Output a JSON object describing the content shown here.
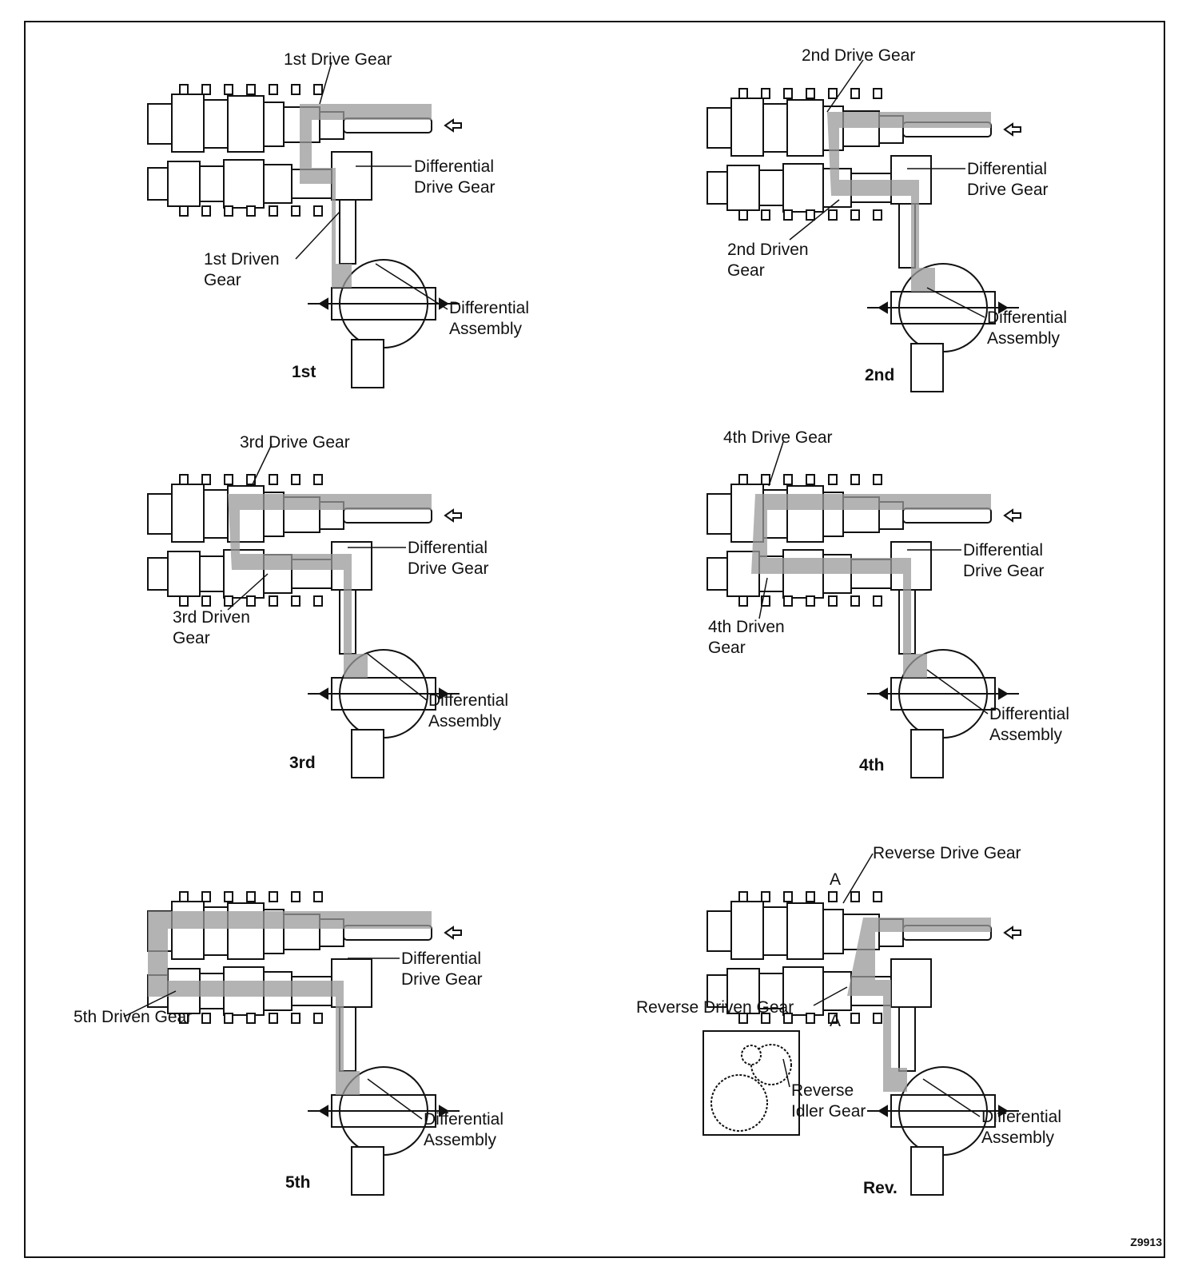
{
  "panels": [
    {
      "caption": "1st",
      "labels": {
        "drive": "1st Drive Gear",
        "diff_drive_1": "Differential",
        "diff_drive_2": "Drive Gear",
        "driven_1": "1st Driven",
        "driven_2": "Gear",
        "diff_asm_1": "Differential",
        "diff_asm_2": "Assembly"
      }
    },
    {
      "caption": "2nd",
      "labels": {
        "drive": "2nd Drive Gear",
        "diff_drive_1": "Differential",
        "diff_drive_2": "Drive Gear",
        "driven_1": "2nd Driven",
        "driven_2": "Gear",
        "diff_asm_1": "Differential",
        "diff_asm_2": "Assembly"
      }
    },
    {
      "caption": "3rd",
      "labels": {
        "drive": "3rd Drive Gear",
        "diff_drive_1": "Differential",
        "diff_drive_2": "Drive Gear",
        "driven_1": "3rd Driven",
        "driven_2": "Gear",
        "diff_asm_1": "Differential",
        "diff_asm_2": "Assembly"
      }
    },
    {
      "caption": "4th",
      "labels": {
        "drive": "4th Drive Gear",
        "diff_drive_1": "Differential",
        "diff_drive_2": "Drive Gear",
        "driven_1": "4th Driven",
        "driven_2": "Gear",
        "diff_asm_1": "Differential",
        "diff_asm_2": "Assembly"
      }
    },
    {
      "caption": "5th",
      "labels": {
        "diff_drive_1": "Differential",
        "diff_drive_2": "Drive Gear",
        "driven_1": "5th Driven Gear",
        "diff_asm_1": "Differential",
        "diff_asm_2": "Assembly"
      }
    },
    {
      "caption": "Rev.",
      "labels": {
        "drive": "Reverse Drive Gear",
        "driven_1": "Reverse Driven Gear",
        "idler_1": "Reverse",
        "idler_2": "Idler Gear",
        "section_top": "A",
        "section_bottom": "A",
        "diff_asm_1": "Differential",
        "diff_asm_2": "Assembly"
      }
    }
  ],
  "figure_code": "Z9913",
  "colors": {
    "line": "#111111",
    "shade": "#9a9a9a",
    "shade_light": "#c4c4c4",
    "paper": "#ffffff"
  }
}
